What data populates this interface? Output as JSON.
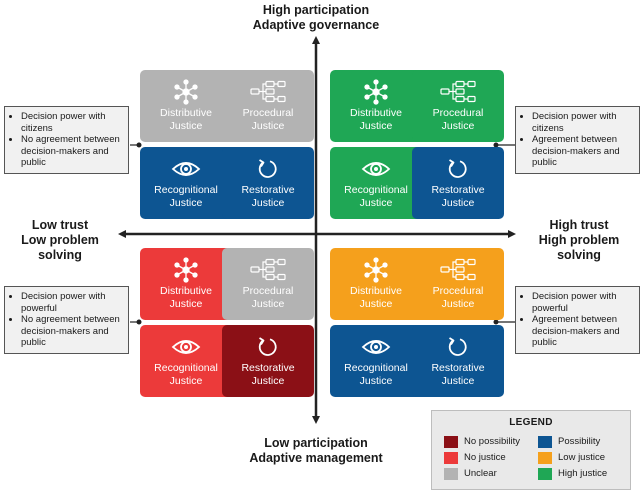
{
  "axis_labels": {
    "top": [
      "High participation",
      "Adaptive governance"
    ],
    "bottom": [
      "Low participation",
      "Adaptive management"
    ],
    "left": [
      "Low trust",
      "Low problem solving"
    ],
    "right": [
      "High trust",
      "High problem solving"
    ]
  },
  "tile_labels": {
    "distributive": [
      "Distributive",
      "Justice"
    ],
    "procedural": [
      "Procedural",
      "Justice"
    ],
    "recognitional": [
      "Recognitional",
      "Justice"
    ],
    "restorative": [
      "Restorative",
      "Justice"
    ]
  },
  "quadrants": {
    "top_left": {
      "distributive": "unclear",
      "procedural": "unclear",
      "recognitional": "possibility",
      "restorative": "possibility"
    },
    "top_right": {
      "distributive": "high_justice",
      "procedural": "high_justice",
      "recognitional": "high_justice",
      "restorative": "possibility"
    },
    "bottom_left": {
      "distributive": "no_justice",
      "procedural": "unclear",
      "recognitional": "no_justice",
      "restorative": "no_possibility"
    },
    "bottom_right": {
      "distributive": "low_justice",
      "procedural": "low_justice",
      "recognitional": "possibility",
      "restorative": "possibility"
    }
  },
  "notes": {
    "top_left": [
      "Decision power with citizens",
      "No agreement between decision-makers and public"
    ],
    "top_right": [
      "Decision power with citizens",
      "Agreement between decision-makers and public"
    ],
    "bottom_left": [
      "Decision power with powerful",
      "No agreement between decision-makers and public"
    ],
    "bottom_right": [
      "Decision power with powerful",
      "Agreement between decision-makers and public"
    ]
  },
  "legend": {
    "title": "LEGEND",
    "items": {
      "no_possibility": {
        "label": "No possibility",
        "color": "#8b1016"
      },
      "no_justice": {
        "label": "No justice",
        "color": "#ec3a3a"
      },
      "unclear": {
        "label": "Unclear",
        "color": "#b3b3b3"
      },
      "possibility": {
        "label": "Possibility",
        "color": "#0d5592"
      },
      "low_justice": {
        "label": "Low justice",
        "color": "#f5a01c"
      },
      "high_justice": {
        "label": "High justice",
        "color": "#1fa755"
      }
    }
  },
  "icons": {
    "distributive": "network-hub-icon",
    "procedural": "flowchart-icon",
    "recognitional": "eye-icon",
    "restorative": "restore-arrow-icon"
  }
}
